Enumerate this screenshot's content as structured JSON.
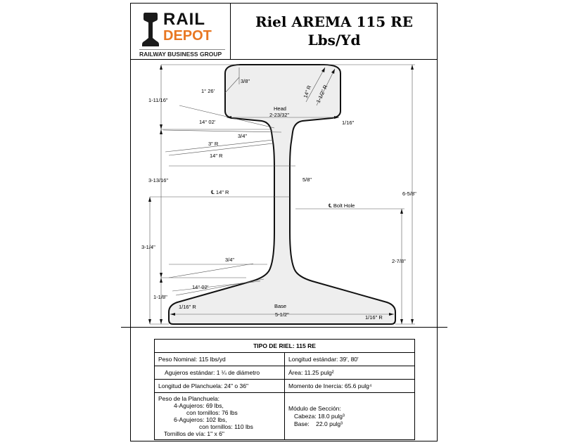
{
  "logo": {
    "rail": "RAIL",
    "depot": "DEPOT",
    "subtitle": "RAILWAY BUSINESS GROUP"
  },
  "title": {
    "line1": "Riel AREMA 115 RE",
    "line2": "Lbs/Yd"
  },
  "drawing": {
    "labels": {
      "d_1_11_16": "1-11/16\"",
      "d_1_26": "1° 26'",
      "d_3_8": "3/8\"",
      "d_14R": "14\" R",
      "d_1_1_2R": "1-1/2\" R",
      "head": "Head",
      "head_w": "2-23/32\"",
      "d_1_16_top": "1/16\"",
      "d_14_02_top": "14° 02'",
      "d_3_4_top": "3/4\"",
      "d_3R": "3\" R",
      "d_14R_b": "14\" R",
      "d_3_13_16": "3-13/16\"",
      "d_5_8": "5/8\"",
      "cl_14R": "℄ 14\" R",
      "cl_bolt": "℄ Bolt Hole",
      "d_6_5_8": "6-5/8\"",
      "d_3_1_4": "3-1/4\"",
      "d_3_4_bot": "3/4\"",
      "d_2_7_8": "2-7/8\"",
      "d_14_02_bot": "14° 02'",
      "d_1_1_8": "1-1/8\"",
      "d_1_16R_left": "1/16\" R",
      "base": "Base",
      "base_w": "5-1/2\"",
      "d_1_16R_right": "1/16\" R"
    }
  },
  "spec": {
    "header": "TIPO DE RIEL: 115 RE",
    "peso_nominal": "Peso Nominal: 115 lbs/yd",
    "longitud_estandar": "Longitud estándar: 39', 80'",
    "agujeros": "Agujeros estándar: 1 ¼ de diámetro",
    "area": "Área: 11.25 pulg²",
    "longitud_planchuela": "Longitud de Planchuela: 24\" o 36\"",
    "momento_inercia": "Momento de Inercia: 65.6 pulg⁴",
    "peso_planchuela": {
      "title": "Peso de la Planchuela:",
      "l1": "4-Agujeros: 69 lbs,",
      "l2": "con tornillos: 76 lbs",
      "l3": "6-Agujeros: 102 lbs,",
      "l4": "con tornillos: 110 lbs",
      "l5": "Tornillos de vía: 1\" x 6\""
    },
    "modulo": {
      "title": "Módulo de Sección:",
      "cabeza": "Cabeza: 18.0 pulg³",
      "base": "Base:    22.0 pulg³"
    }
  }
}
